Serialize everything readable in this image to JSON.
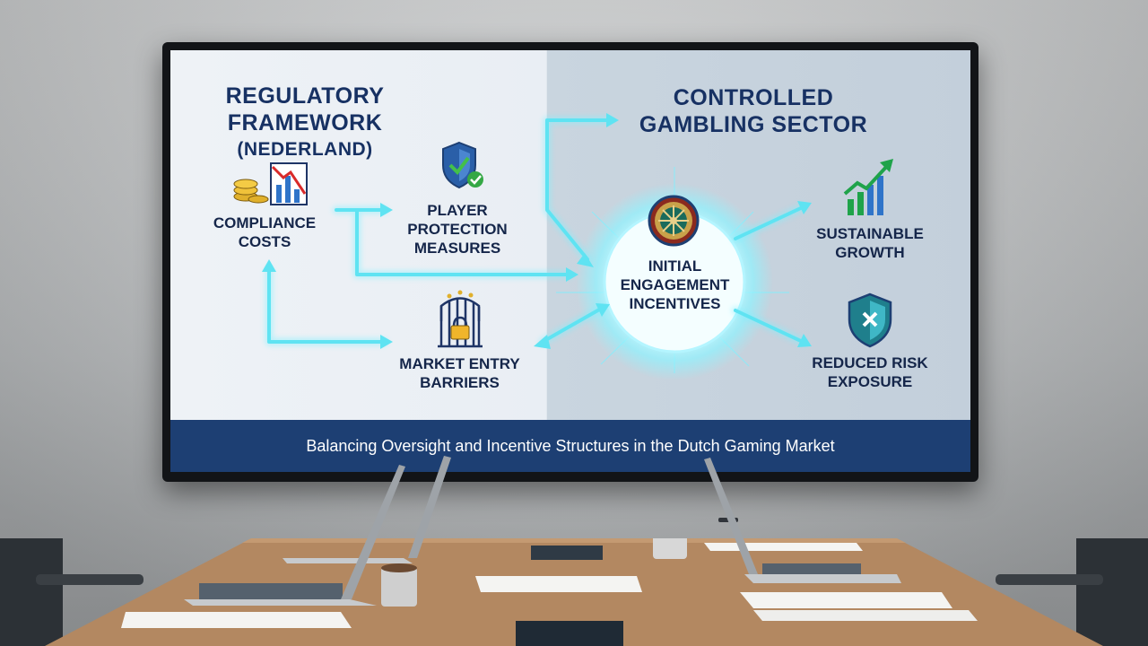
{
  "slide": {
    "left_title_line1": "REGULATORY",
    "left_title_line2": "FRAMEWORK",
    "left_title_line3": "(NEDERLAND)",
    "right_title_line1": "CONTROLLED",
    "right_title_line2": "GAMBLING SECTOR",
    "nodes": {
      "compliance_line1": "COMPLIANCE",
      "compliance_line2": "COSTS",
      "player_line1": "PLAYER",
      "player_line2": "PROTECTION",
      "player_line3": "MEASURES",
      "market_line1": "MARKET ENTRY",
      "market_line2": "BARRIERS",
      "center_line1": "INITIAL",
      "center_line2": "ENGAGEMENT",
      "center_line3": "INCENTIVES",
      "growth_line1": "SUSTAINABLE",
      "growth_line2": "GROWTH",
      "risk_line1": "REDUCED RISK",
      "risk_line2": "EXPOSURE"
    },
    "banner_text": "Balancing Oversight and Incentive Structures in the Dutch Gaming Market"
  },
  "colors": {
    "title": "#173163",
    "arrow": "#5fe3f2",
    "banner": "#1d3f73",
    "glow": "#8ff3ff"
  },
  "icons": [
    "coins-chart-icon",
    "shield-check-icon",
    "gate-lock-icon",
    "roulette-wheel-icon",
    "growth-chart-icon",
    "shield-x-icon"
  ]
}
